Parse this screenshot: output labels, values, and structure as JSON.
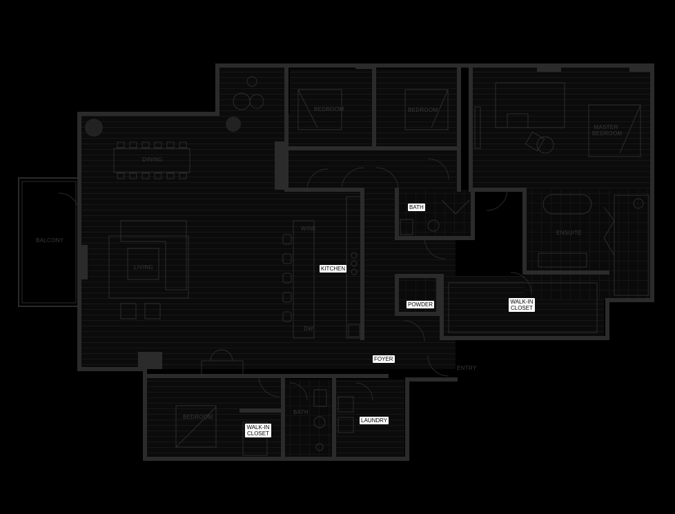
{
  "labels": {
    "bedroom_1": "BEDROOM",
    "bedroom_2": "BEDROOM",
    "master_bedroom": "MASTER BEDROOM",
    "dining": "DINING",
    "living": "LIVING",
    "balcony": "BALCONY",
    "bath_main": "BATH",
    "ensuite": "ENSUITE",
    "kitchen": "KITCHEN",
    "wine": "WINE",
    "dw": "DW",
    "powder": "POWDER",
    "walk_in_closet_master": "WALK-IN CLOSET",
    "foyer": "FOYER",
    "entry": "ENTRY",
    "bedroom_3": "BEDROOM",
    "walk_in_closet_small": "WALK-IN CLOSET",
    "bath_lower": "BATH",
    "laundry": "LAUNDRY"
  },
  "colors": {
    "background": "#000000",
    "wall": "#2b2b2b",
    "floor": "#0b0b0b",
    "floor_line": "#161616",
    "fixture_line": "#2e2e2e",
    "highlight_label_bg": "#ffffff"
  }
}
